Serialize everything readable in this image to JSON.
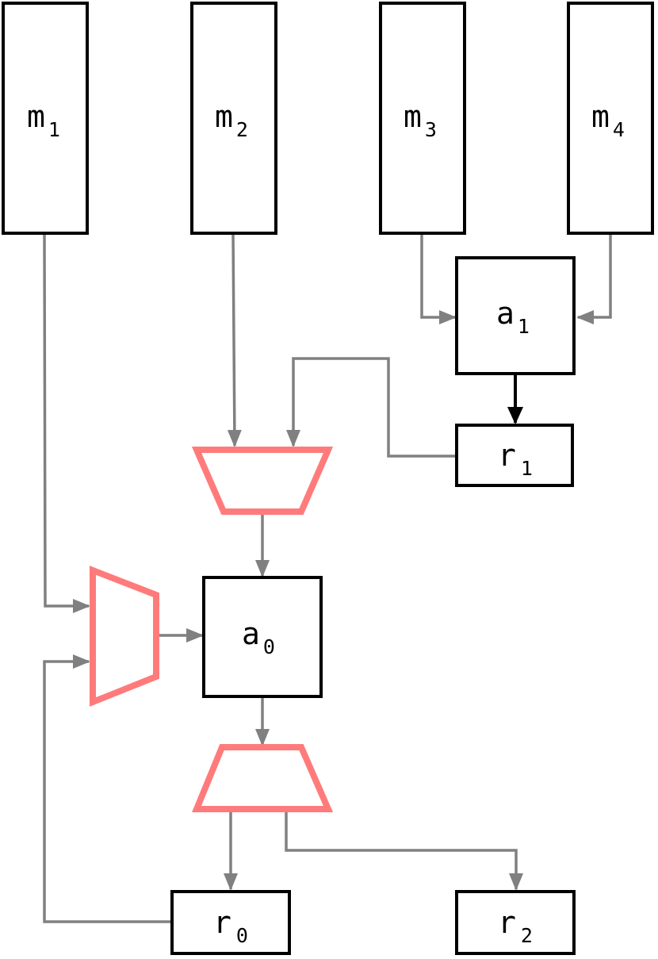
{
  "nodes": {
    "m1": {
      "base": "m",
      "sub": "1"
    },
    "m2": {
      "base": "m",
      "sub": "2"
    },
    "m3": {
      "base": "m",
      "sub": "3"
    },
    "m4": {
      "base": "m",
      "sub": "4"
    },
    "a1": {
      "base": "a",
      "sub": "1"
    },
    "r1": {
      "base": "r",
      "sub": "1"
    },
    "a0": {
      "base": "a",
      "sub": "0"
    },
    "r0": {
      "base": "r",
      "sub": "0"
    },
    "r2": {
      "base": "r",
      "sub": "2"
    }
  },
  "colors": {
    "box_stroke": "#000000",
    "mux_stroke": "#ff7b7b",
    "wire": "#808080"
  }
}
